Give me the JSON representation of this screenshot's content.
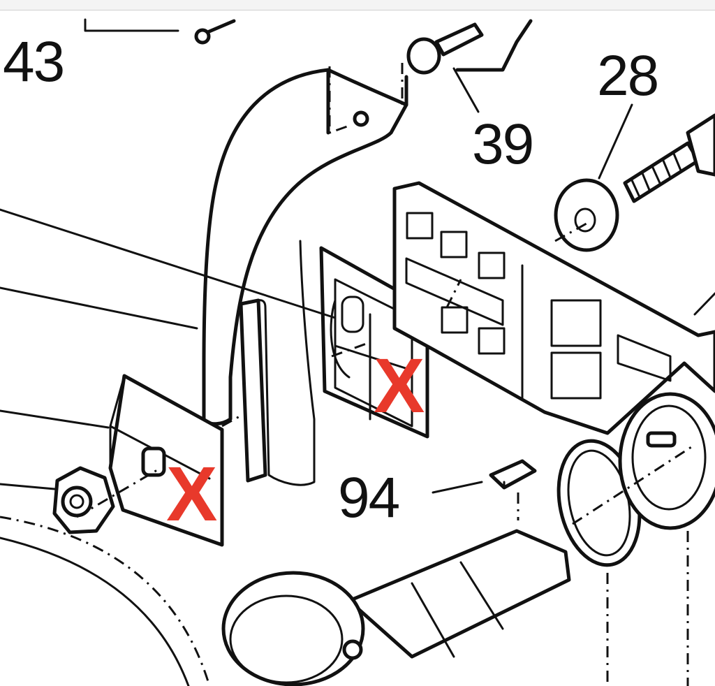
{
  "callouts": {
    "c43": "43",
    "c39": "39",
    "c28": "28",
    "c94": "94"
  },
  "markers": {
    "m1": "X",
    "m2": "X"
  },
  "colors": {
    "marker": "#e8392b",
    "ink": "#111111",
    "background": "#ffffff"
  }
}
